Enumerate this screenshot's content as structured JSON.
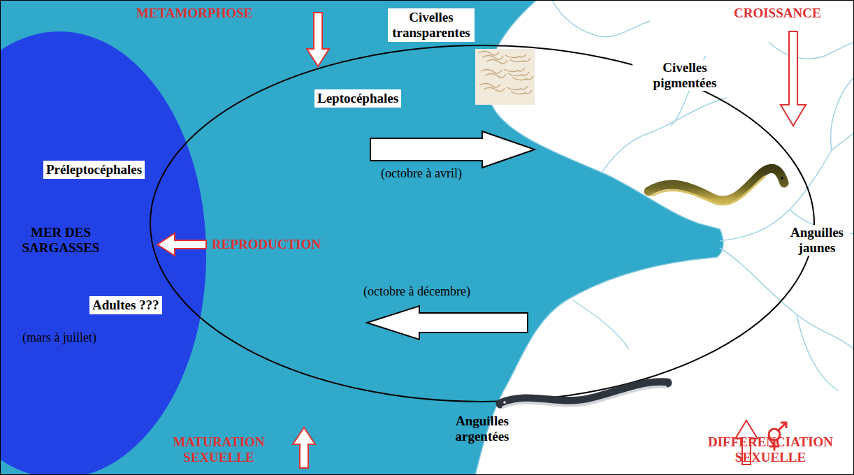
{
  "diagram": {
    "nodes": [
      {
        "text": [
          "Civelles transparentes"
        ]
      },
      {
        "text": [
          "Leptocéphales"
        ]
      },
      {
        "text": [
          "Préleptocéphales"
        ]
      },
      {
        "text": [
          "Adultes ???"
        ]
      }
    ],
    "labels": [
      "METAMORPHOSE",
      "CROISSANCE",
      "Civelles pigmentées",
      "MER DES SARGASSES",
      "REPRODUCTION",
      "Anguilles jaunes",
      "(octobre à avril)",
      "(octobre à décembre)",
      "(mars à juillet)",
      "Anguilles argentées",
      "MATURATION SEXUELLE",
      "DIFFERENCIATION SEXUELLE"
    ]
  }
}
